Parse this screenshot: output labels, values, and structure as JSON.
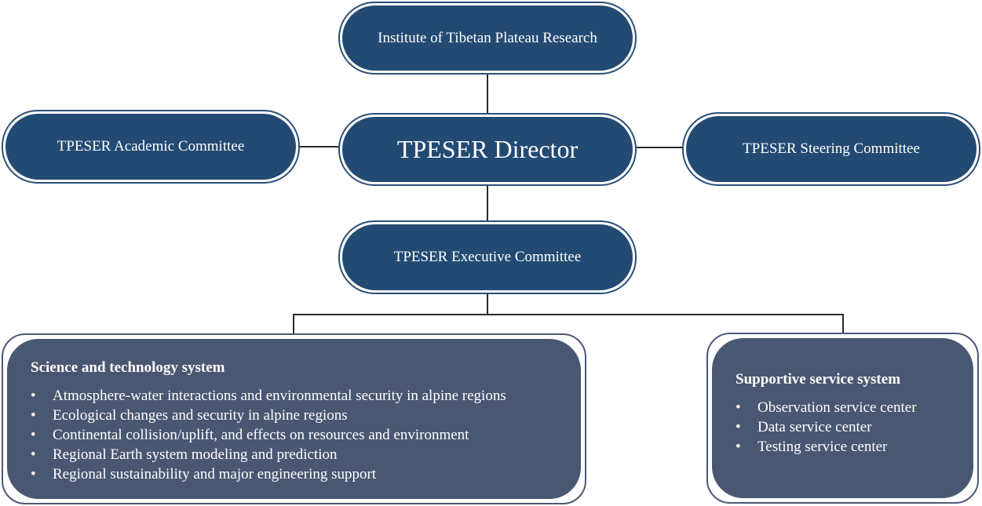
{
  "nodes": {
    "institute": "Institute of Tibetan Plateau Research",
    "director": "TPESER Director",
    "academic": "TPESER Academic Committee",
    "steering": "TPESER Steering Committee",
    "executive": "TPESER Executive Committee"
  },
  "science": {
    "title": "Science and technology system",
    "items": [
      "Atmosphere-water interactions and environmental security in alpine regions",
      "Ecological changes and security in alpine regions",
      "Continental collision/uplift, and effects on resources and environment",
      "Regional Earth system modeling and prediction",
      "Regional sustainability and major engineering support"
    ]
  },
  "support": {
    "title": "Supportive service system",
    "items": [
      "Observation service center",
      "Data service center",
      "Testing service center"
    ]
  },
  "bullet": "•"
}
